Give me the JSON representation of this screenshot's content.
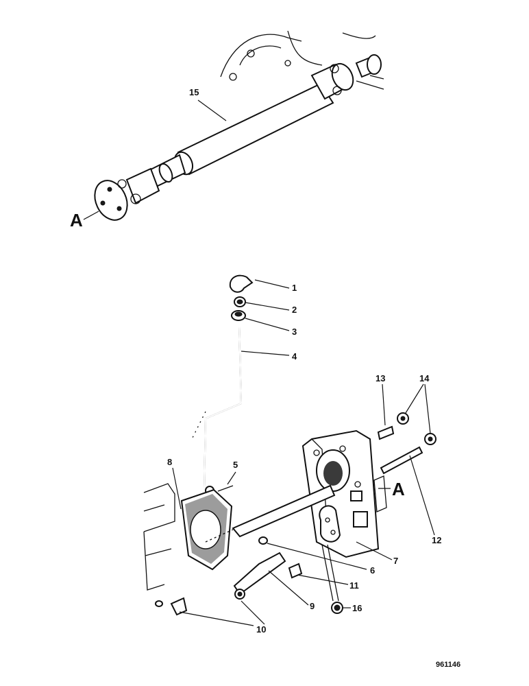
{
  "figure": {
    "drawing_number": "961146",
    "view_marker": "A",
    "callouts": [
      "1",
      "2",
      "3",
      "4",
      "5",
      "6",
      "7",
      "8",
      "9",
      "10",
      "11",
      "12",
      "13",
      "14",
      "15",
      "16"
    ]
  }
}
